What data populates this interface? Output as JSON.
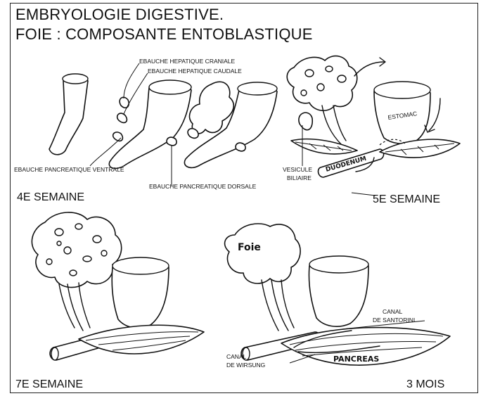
{
  "title": {
    "line1": "EMBRYOLOGIE DIGESTIVE.",
    "line2": "FOIE : COMPOSANTE ENTOBLASTIQUE"
  },
  "stages": {
    "s4": "4E SEMAINE",
    "s5": "5E SEMAINE",
    "s7": "7E SEMAINE",
    "m3": "3 MOIS"
  },
  "labels": {
    "hep_cranial": "EBAUCHE HEPATIQUE CRANIALE",
    "hep_caudal": "EBAUCHE HEPATIQUE CAUDALE",
    "panc_ventral": "EBAUCHE PANCREATIQUE VENTRALE",
    "panc_dorsal": "EBAUCHE PANCREATIQUE DORSALE",
    "vesicule_1": "VESICULE",
    "vesicule_2": "BILIAIRE",
    "estomac": "ESTOMAC",
    "duodenum": "DUODENUM",
    "foie": "Foie",
    "santorini_1": "CANAL",
    "santorini_2": "DE SANTORINI",
    "wirsung_1": "CANAL",
    "wirsung_2": "DE WIRSUNG",
    "pancreas": "PANCREAS"
  }
}
